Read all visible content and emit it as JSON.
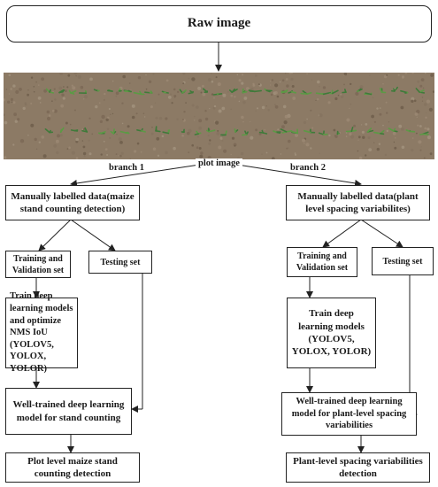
{
  "title": "Raw image",
  "plot_label": "plot image",
  "branch1": {
    "label": "branch 1",
    "labelled": "Manually labelled data(maize stand counting detection)",
    "training": "Training and Validation set",
    "testing": "Testing set",
    "train": "Train deep learning models and optimize NMS IoU (YOLOV5, YOLOX, YOLOR)",
    "trained": "Well-trained deep learning model for stand counting",
    "result": "Plot level maize stand counting detection"
  },
  "branch2": {
    "label": "branch 2",
    "labelled": "Manually labelled data(plant level spacing variabilites)",
    "training": "Training and Validation set",
    "testing": "Testing set",
    "train": "Train deep learning models (YOLOV5, YOLOX, YOLOR)",
    "trained": "Well-trained deep learning model for plant-level spacing variabilities",
    "result": "Plant-level spacing variabilities detection"
  }
}
